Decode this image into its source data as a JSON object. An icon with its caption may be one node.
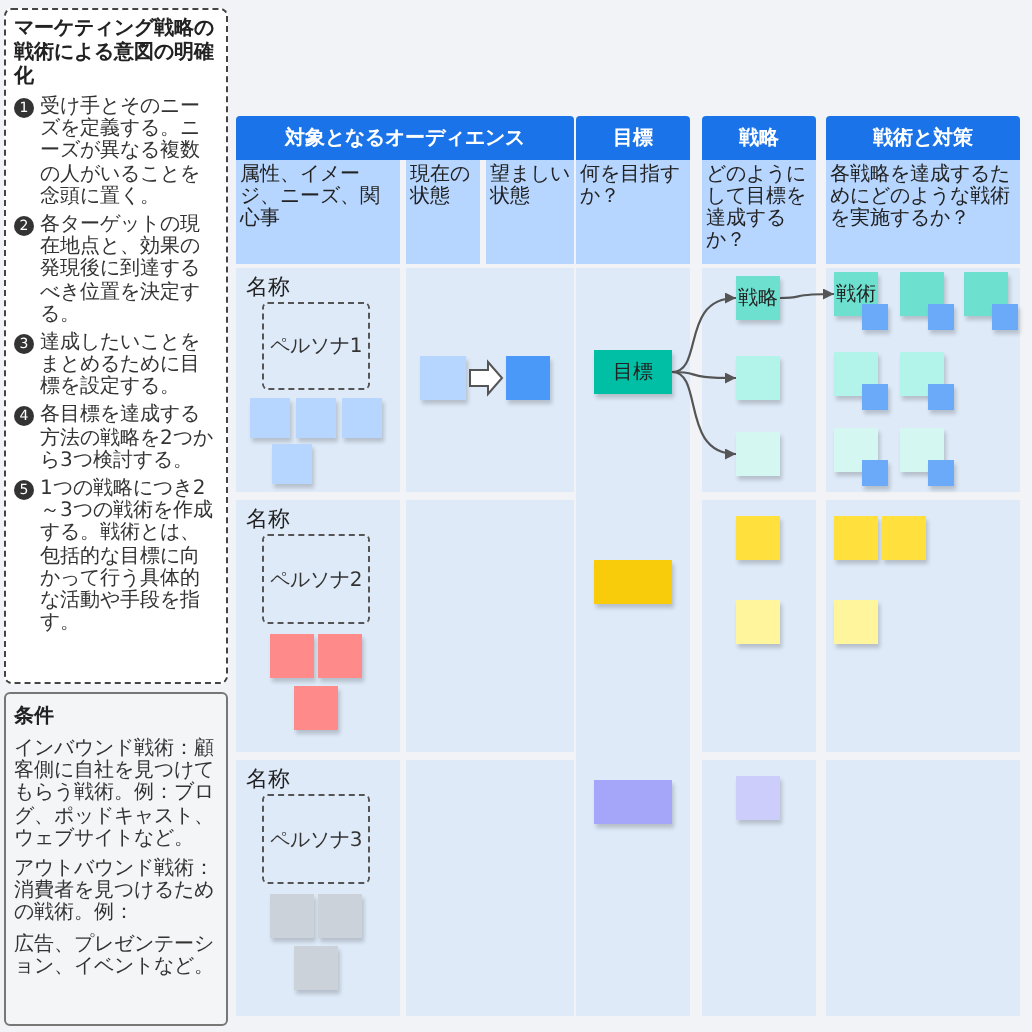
{
  "diagram": {
    "nodes": [
      {
        "text": [
          "マーケティング戦略の戦術による意図の明確化",
          "受け手とそのニーズを定義する。ニーズが異なる複数の人がいることを念頭に置く。",
          "各ターゲットの現在地点と、効果の発現後に到達するべき位置を決定する。",
          "達成したいことをまとめるために目標を設定する。",
          "各目標を達成する方法の戦略を2つから3つ検討する。",
          "1つの戦略につき2～3つの戦術を作成する。戦術とは、包括的な目標に向かって行う具体的な活動や手段を指す。"
        ]
      },
      {
        "text": [
          "条件",
          "インバウンド戦術：顧客側に自社を見つけてもらう戦術。例：ブログ、ポッドキャスト、ウェブサイトなど。",
          "アウトバウンド戦術：消費者を見つけるための戦術。例：",
          "広告、プレゼンテーション、イベントなど。"
        ]
      },
      {
        "text": [
          "対象となるオーディエンス"
        ]
      },
      {
        "text": [
          "属性、イメージ、ニーズ、関心事"
        ]
      },
      {
        "text": [
          "現在の状態"
        ]
      },
      {
        "text": [
          "望ましい状態"
        ]
      },
      {
        "text": [
          "目標"
        ]
      },
      {
        "text": [
          "何を目指すか？"
        ]
      },
      {
        "text": [
          "戦略"
        ]
      },
      {
        "text": [
          "どのようにして目標を達成するか？"
        ]
      },
      {
        "text": [
          "戦術と対策"
        ]
      },
      {
        "text": [
          "各戦略を達成するためにどのような戦術を実施するか？"
        ]
      },
      {
        "text": [
          "名称"
        ]
      },
      {
        "text": [
          "ペルソナ1"
        ],
        "in": 12
      },
      {
        "text": [],
        "shape": "box",
        "in": 12
      },
      {
        "text": [],
        "shape": "box",
        "in": 12
      },
      {
        "text": [],
        "shape": "box",
        "in": 12
      },
      {
        "text": [],
        "shape": "box",
        "in": 12
      },
      {
        "text": [],
        "shape": "box"
      },
      {
        "text": [],
        "shape": "box"
      },
      {
        "text": [
          "目標"
        ]
      },
      {
        "text": [
          "戦略"
        ]
      },
      {
        "text": [],
        "shape": "box"
      },
      {
        "text": [],
        "shape": "box"
      },
      {
        "text": [
          "戦術"
        ]
      },
      {
        "text": [],
        "shape": "box"
      },
      {
        "text": [],
        "shape": "box"
      },
      {
        "text": [],
        "shape": "box"
      },
      {
        "text": [],
        "shape": "box"
      },
      {
        "text": [],
        "shape": "box"
      },
      {
        "text": [],
        "shape": "box"
      },
      {
        "text": [],
        "shape": "box"
      },
      {
        "text": [],
        "shape": "box"
      },
      {
        "text": [],
        "shape": "box"
      },
      {
        "text": [],
        "shape": "box"
      },
      {
        "text": [],
        "shape": "box"
      },
      {
        "text": [],
        "shape": "box"
      },
      {
        "text": [],
        "shape": "box"
      },
      {
        "text": [
          "名称"
        ]
      },
      {
        "text": [
          "ペルソナ2"
        ],
        "in": 38
      },
      {
        "text": [],
        "shape": "box",
        "in": 38
      },
      {
        "text": [],
        "shape": "box",
        "in": 38
      },
      {
        "text": [],
        "shape": "box",
        "in": 38
      },
      {
        "text": [],
        "shape": "box"
      },
      {
        "text": [],
        "shape": "box"
      },
      {
        "text": [],
        "shape": "box"
      },
      {
        "text": [],
        "shape": "box"
      },
      {
        "text": [],
        "shape": "box"
      },
      {
        "text": [],
        "shape": "box"
      },
      {
        "text": [
          "名称"
        ]
      },
      {
        "text": [
          "ペルソナ3"
        ],
        "in": 49
      },
      {
        "text": [],
        "shape": "box",
        "in": 49
      },
      {
        "text": [],
        "shape": "box",
        "in": 49
      },
      {
        "text": [],
        "shape": "box",
        "in": 49
      },
      {
        "text": [],
        "shape": "box"
      },
      {
        "text": [],
        "shape": "box"
      }
    ],
    "edges": [
      {
        "from": 18,
        "to": 19,
        "arrow": "to"
      },
      {
        "from": 20,
        "to": 21,
        "arrow": "to"
      },
      {
        "from": 20,
        "to": 22,
        "arrow": "to"
      },
      {
        "from": 20,
        "to": 23,
        "arrow": "to"
      },
      {
        "from": 21,
        "to": 24,
        "arrow": "to"
      }
    ],
    "labels": [
      "1",
      "2",
      "3",
      "4",
      "5"
    ]
  }
}
